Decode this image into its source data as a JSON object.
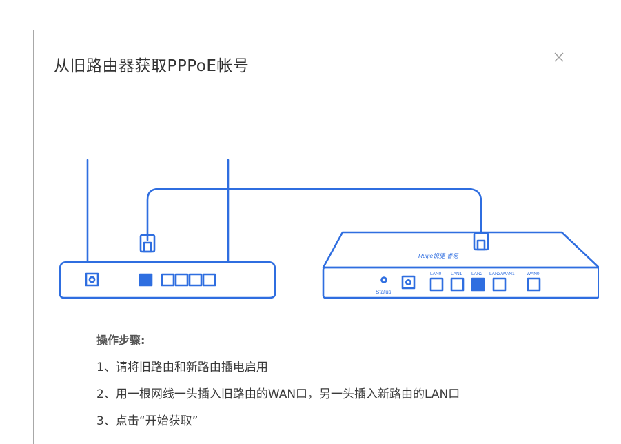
{
  "dialog": {
    "title": "从旧路由器获取PPPoE帐号",
    "close_icon": "close-icon"
  },
  "illustration": {
    "old_router_icon": "old-router-icon",
    "new_router_icon": "new-router-icon",
    "cable_icon": "network-cable-icon",
    "brand_text": "Ruijie锐捷·睿易",
    "status_label": "Status",
    "port_labels": [
      "LAN0",
      "LAN1",
      "LAN2",
      "LAN3/WAN1",
      "WAN0"
    ],
    "accent_color": "#2f6ee0"
  },
  "steps": {
    "heading": "操作步骤:",
    "items": [
      "1、请将旧路由和新路由插电启用",
      "2、用一根网线一头插入旧路由的WAN口，另一头插入新路由的LAN口",
      "3、点击“开始获取”"
    ]
  }
}
